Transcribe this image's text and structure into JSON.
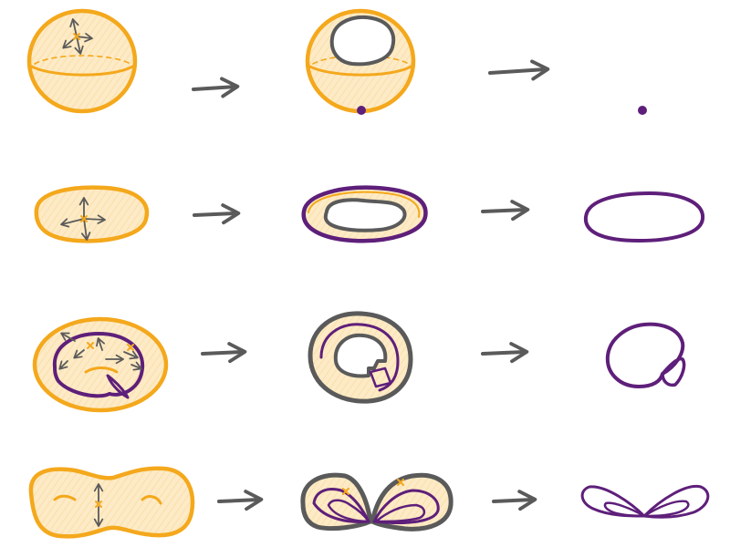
{
  "colors": {
    "outline_orange": "#f4a81c",
    "fill_orange": "#fbe0ad",
    "fill_orange_light": "#fdebc7",
    "gray": "#5a5a5a",
    "purple": "#5e1f7a",
    "background": "#ffffff"
  },
  "rows": [
    {
      "name": "sphere",
      "stages": [
        "surface",
        "retracted",
        "point"
      ]
    },
    {
      "name": "disk",
      "stages": [
        "surface",
        "retracted",
        "circle"
      ]
    },
    {
      "name": "torus",
      "stages": [
        "surface",
        "retracted",
        "wedge-of-circles"
      ]
    },
    {
      "name": "genus-two",
      "stages": [
        "surface",
        "retracted",
        "wedge-of-loops"
      ]
    }
  ]
}
